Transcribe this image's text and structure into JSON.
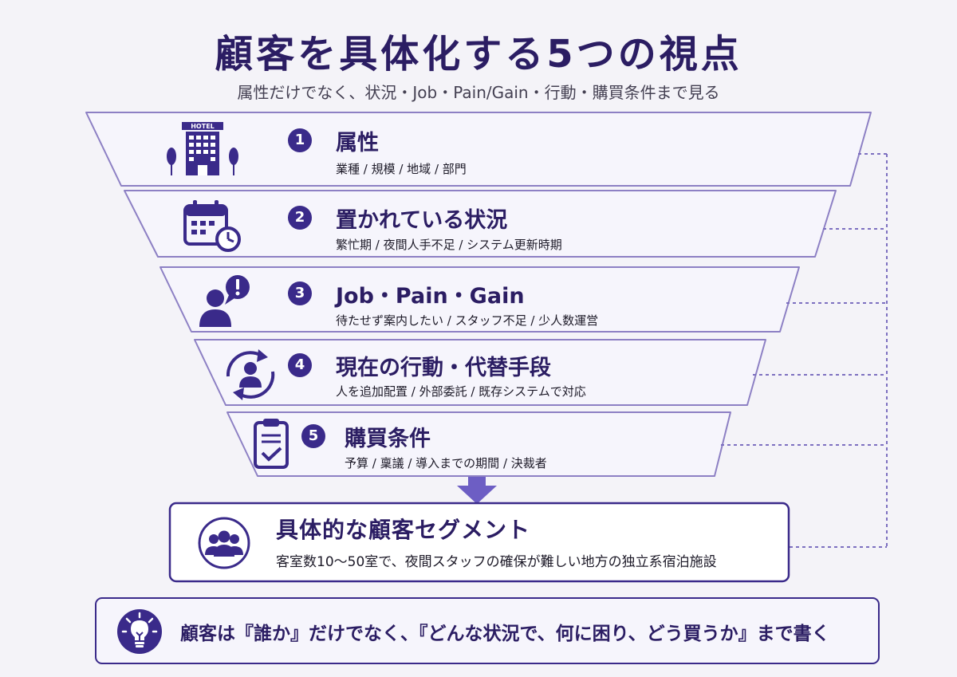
{
  "title": "顧客を具体化する5つの視点",
  "subtitle": "属性だけでなく、状況・Job・Pain/Gain・行動・購買条件まで見る",
  "tiers": [
    {
      "number": "1",
      "title": "属性",
      "details": "業種 / 規模 / 地域 / 部門",
      "icon": "hotel-building-icon",
      "icon_label": "HOTEL"
    },
    {
      "number": "2",
      "title": "置かれている状況",
      "details": "繁忙期 / 夜間人手不足 / システム更新時期",
      "icon": "calendar-clock-icon"
    },
    {
      "number": "3",
      "title": "Job・Pain・Gain",
      "details": "待たせず案内したい / スタッフ不足 / 少人数運営",
      "icon": "person-alert-icon"
    },
    {
      "number": "4",
      "title": "現在の行動・代替手段",
      "details": "人を追加配置 / 外部委託 / 既存システムで対応",
      "icon": "person-cycle-icon"
    },
    {
      "number": "5",
      "title": "購買条件",
      "details": "予算 / 稟議 / 導入までの期間 / 決裁者",
      "icon": "clipboard-check-icon"
    }
  ],
  "segment": {
    "title": "具体的な顧客セグメント",
    "description": "客室数10〜50室で、夜間スタッフの確保が難しい地方の独立系宿泊施設",
    "icon": "group-people-icon"
  },
  "tip": {
    "text": "顧客は『誰か』だけでなく、『どんな状況で、何に困り、どう買うか』まで書く",
    "icon": "lightbulb-icon"
  },
  "colors": {
    "accent": "#3a2a8a",
    "tier_fill": "#f6f5fc",
    "tier_stroke": "#8d80c4",
    "dotted_line": "#7d70c0",
    "background": "#f4f3f8"
  }
}
